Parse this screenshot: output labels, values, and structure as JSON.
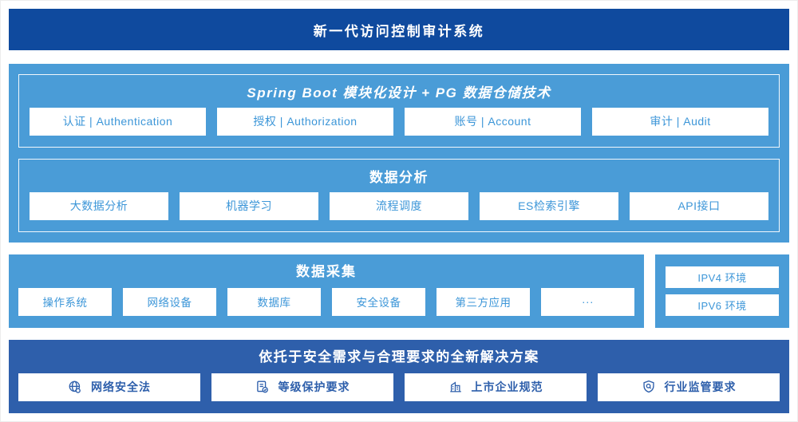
{
  "banner": {
    "title": "新一代访问控制审计系统"
  },
  "platform": {
    "modules": {
      "title": "Spring Boot 模块化设计 + PG 数据仓储技术",
      "items": [
        "认证 | Authentication",
        "授权 | Authorization",
        "账号 | Account",
        "审计 | Audit"
      ]
    },
    "analysis": {
      "title": "数据分析",
      "items": [
        "大数据分析",
        "机器学习",
        "流程调度",
        "ES检索引擎",
        "API接口"
      ]
    }
  },
  "collection": {
    "title": "数据采集",
    "items": [
      "操作系统",
      "网络设备",
      "数据库",
      "安全设备",
      "第三方应用",
      "···"
    ]
  },
  "environments": {
    "items": [
      "IPV4 环境",
      "IPV6 环境"
    ]
  },
  "solution": {
    "title": "依托于安全需求与合理要求的全新解决方案",
    "items": [
      {
        "icon": "globe-icon",
        "label": "网络安全法"
      },
      {
        "icon": "doc-check-icon",
        "label": "等级保护要求"
      },
      {
        "icon": "building-icon",
        "label": "上市企业规范"
      },
      {
        "icon": "shield-search-icon",
        "label": "行业监管要求"
      }
    ]
  },
  "colors": {
    "banner_blue": "#0f4a9e",
    "light_blue": "#4a9cd7",
    "solution_blue": "#2e5fab",
    "box_text_blue": "#3c96d8"
  }
}
